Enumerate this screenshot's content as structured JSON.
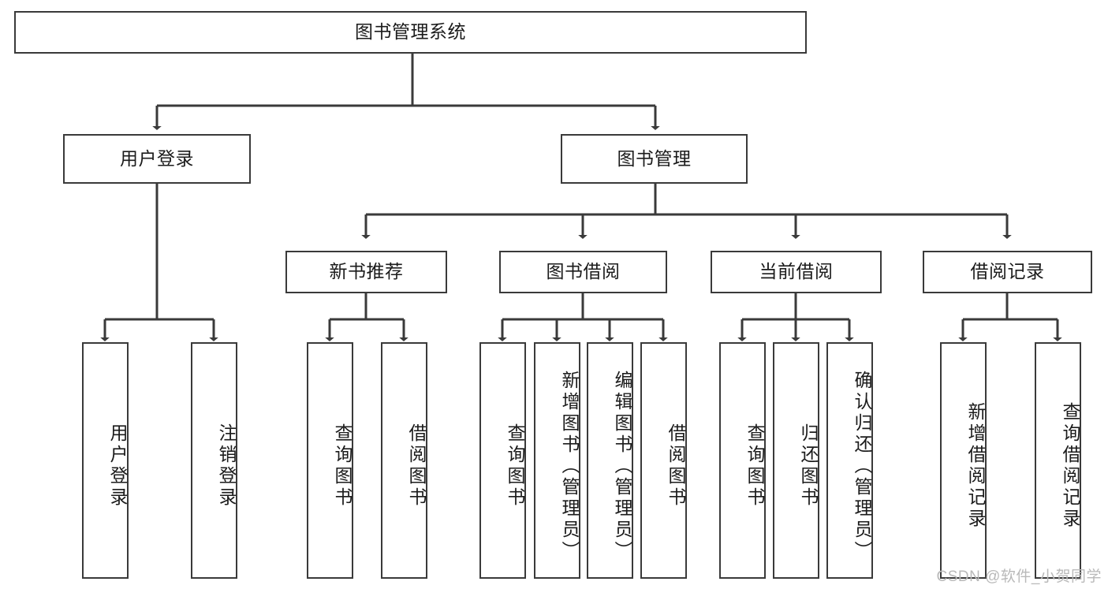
{
  "diagram": {
    "title": "图书管理系统",
    "type": "hierarchy-tree",
    "watermark": "CSDN @软件_小贺同学",
    "colors": {
      "stroke": "#3a3a3a",
      "fill": "#ffffff",
      "text": "#1b1b1b",
      "watermark": "#b9b9b9"
    },
    "nodes": {
      "root": {
        "label": "图书管理系统"
      },
      "level2": [
        {
          "id": "user-login",
          "label": "用户登录"
        },
        {
          "id": "book-manage",
          "label": "图书管理"
        }
      ],
      "level3": [
        {
          "id": "new-book-recommend",
          "label": "新书推荐"
        },
        {
          "id": "book-borrow",
          "label": "图书借阅"
        },
        {
          "id": "current-borrow",
          "label": "当前借阅"
        },
        {
          "id": "borrow-record",
          "label": "借阅记录"
        }
      ],
      "leaves": {
        "user-login": [
          {
            "id": "leaf-user-login",
            "label": "用户登录"
          },
          {
            "id": "leaf-user-logout",
            "label": "注销登录"
          }
        ],
        "new-book-recommend": [
          {
            "id": "leaf-query-book-1",
            "label": "查询图书"
          },
          {
            "id": "leaf-borrow-book-1",
            "label": "借阅图书"
          }
        ],
        "book-borrow": [
          {
            "id": "leaf-query-book-2",
            "label": "查询图书"
          },
          {
            "id": "leaf-add-book",
            "label": "新增图书（管理员）"
          },
          {
            "id": "leaf-edit-book",
            "label": "编辑图书（管理员）"
          },
          {
            "id": "leaf-borrow-book-2",
            "label": "借阅图书"
          }
        ],
        "current-borrow": [
          {
            "id": "leaf-query-book-3",
            "label": "查询图书"
          },
          {
            "id": "leaf-return-book",
            "label": "归还图书"
          },
          {
            "id": "leaf-confirm-return",
            "label": "确认归还（管理员）"
          }
        ],
        "borrow-record": [
          {
            "id": "leaf-add-record",
            "label": "新增借阅记录"
          },
          {
            "id": "leaf-query-record",
            "label": "查询借阅记录"
          }
        ]
      }
    }
  }
}
